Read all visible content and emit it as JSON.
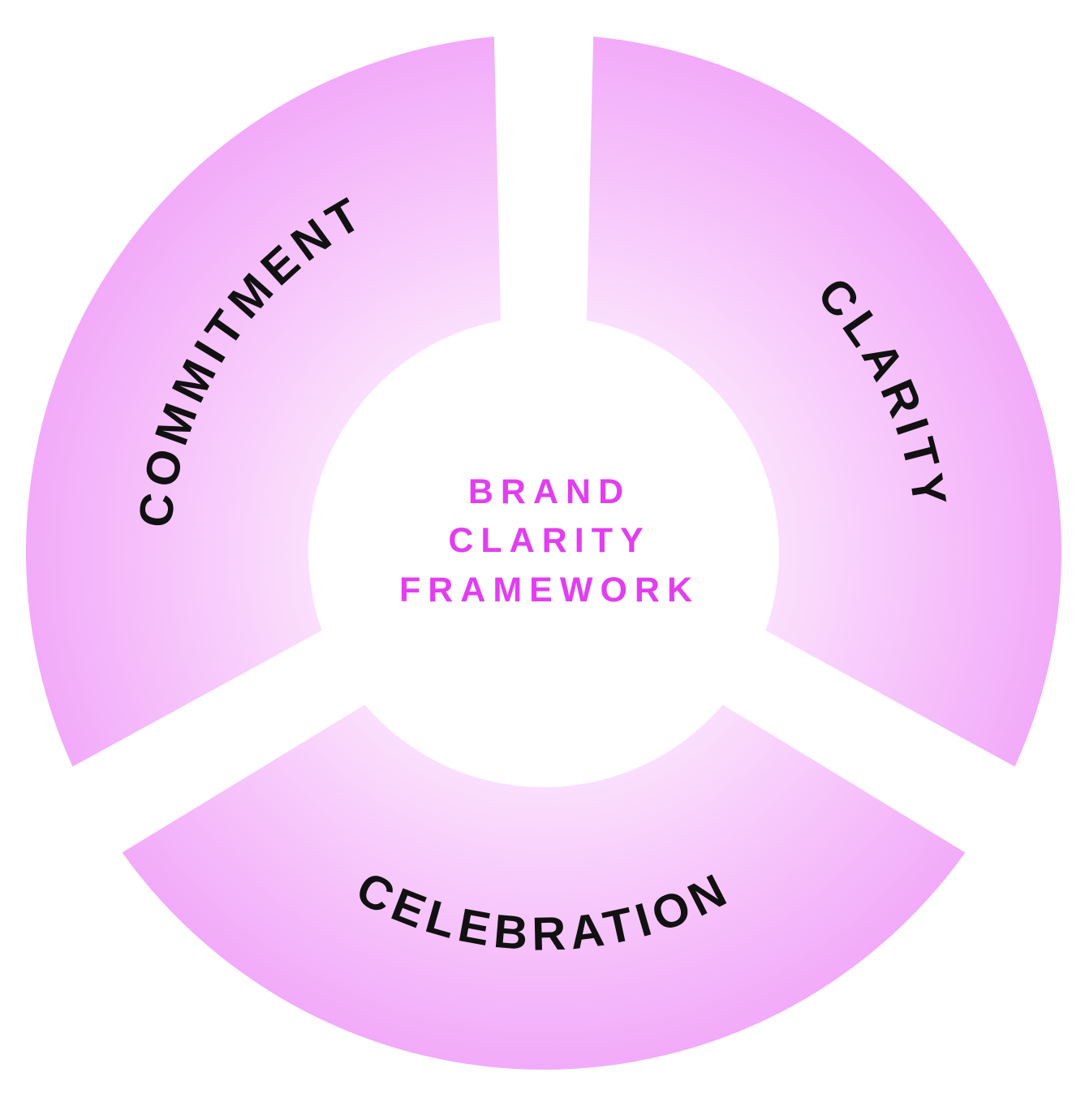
{
  "diagram": {
    "center": {
      "lines": [
        "BRAND",
        "CLARITY",
        "FRAMEWORK"
      ],
      "color": "#e23ef0"
    },
    "segments": [
      {
        "label": "CLARITY"
      },
      {
        "label": "CELEBRATION"
      },
      {
        "label": "COMMITMENT"
      }
    ],
    "colors": {
      "ring_inner": "#fbe0fd",
      "ring_outer": "#f2aaf9",
      "label_text": "#111111",
      "background": "#ffffff"
    }
  }
}
